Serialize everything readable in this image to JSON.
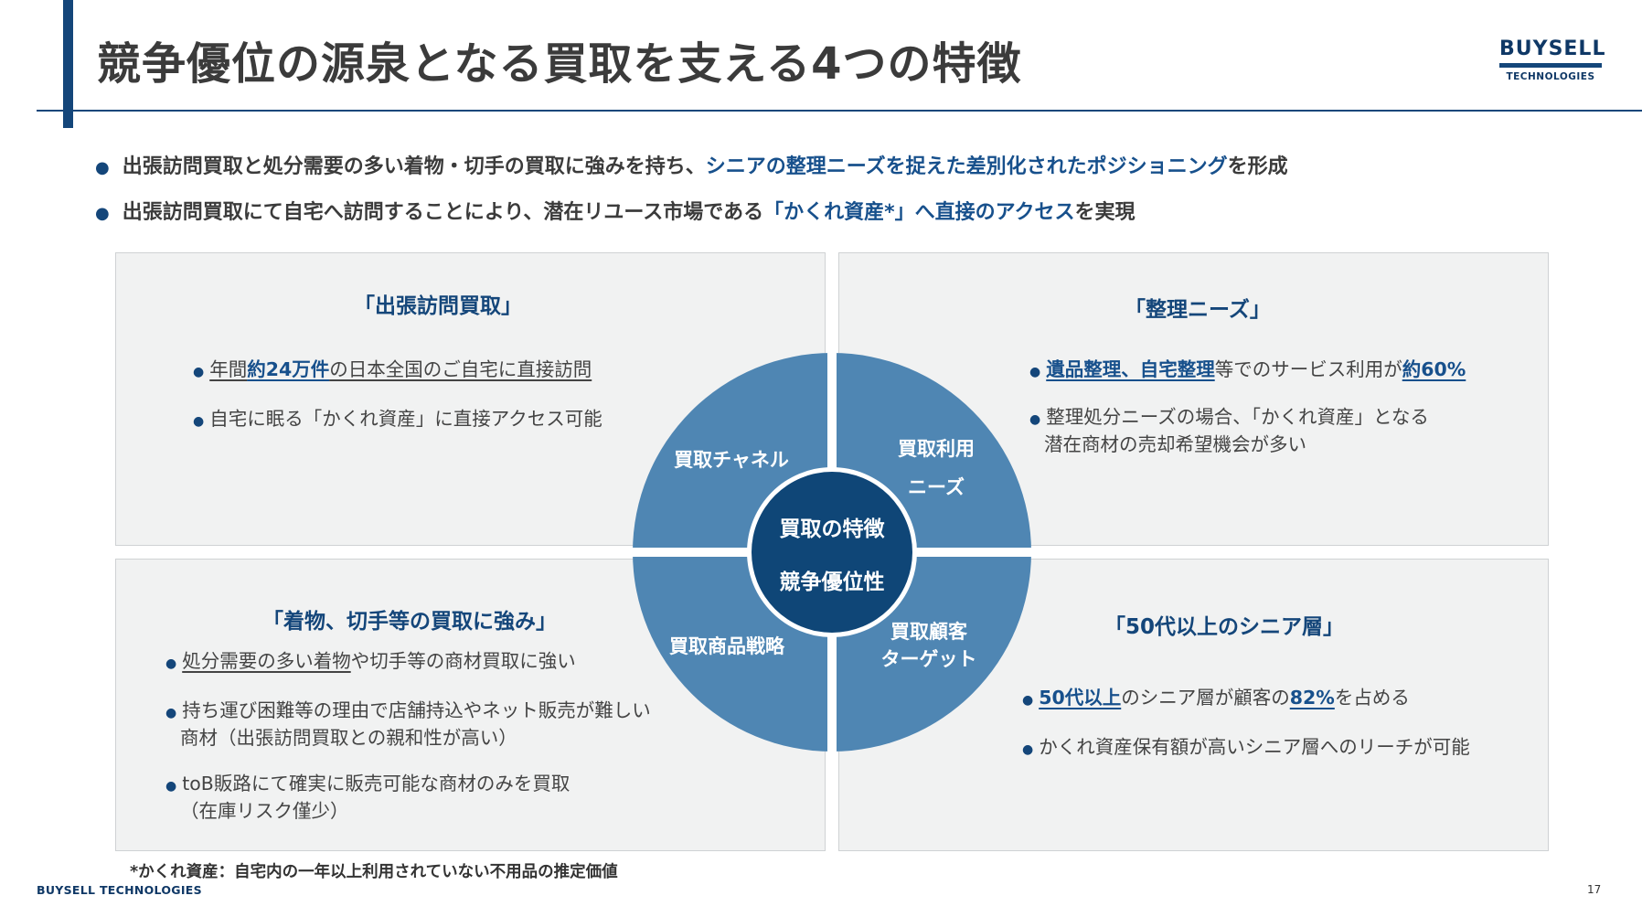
{
  "header": {
    "title": "競争優位の源泉となる買取を支える4つの特徴",
    "logo_main": "BUYSELL",
    "logo_sub": "TECHNOLOGIES"
  },
  "summary": [
    {
      "pre": "出張訪問買取と処分需要の多い着物・切手の買取に強みを持ち、",
      "hl": "シニアの整理ニーズを捉えた差別化されたポジショニング",
      "post": "を形成"
    },
    {
      "pre": "出張訪問買取にて自宅へ訪問することにより、潜在リユース市場である",
      "hl": "「かくれ資産*」へ直接のアクセス",
      "post": "を実現"
    }
  ],
  "panels": {
    "p1": {
      "heading": "「出張訪問買取」",
      "item1": {
        "pre": "年間",
        "em": "約24万件",
        "post": "の日本全国のご自宅に直接訪問"
      },
      "item2": "自宅に眠る「かくれ資産」に直接アクセス可能"
    },
    "p2": {
      "heading": "「整理ニーズ」",
      "item1": {
        "em1": "遺品整理、自宅整理",
        "mid": "等でのサービス利用が",
        "em2": "約60%"
      },
      "item2_line1": "整理処分ニーズの場合、「かくれ資産」となる",
      "item2_line2": "潜在商材の売却希望機会が多い"
    },
    "p3": {
      "heading": "「着物、切手等の買取に強み」",
      "item1": {
        "ul": "処分需要の多い着物",
        "post": "や切手等の商材買取に強い"
      },
      "item2_line1": "持ち運び困難等の理由で店舗持込やネット販売が難しい",
      "item2_line2": "商材（出張訪問買取との親和性が高い）",
      "item3_line1": "toB販路にて確実に販売可能な商材のみを買取",
      "item3_line2": "（在庫リスク僅少）"
    },
    "p4": {
      "heading": "「50代以上のシニア層」",
      "item1": {
        "em1": "50代以上",
        "mid": "のシニア層が顧客の",
        "em2": "82%",
        "post": "を占める"
      },
      "item2": "かくれ資産保有額が高いシニア層へのリーチが可能"
    }
  },
  "wheel": {
    "q1": "買取チャネル",
    "q2_line1": "買取利用",
    "q2_line2": "ニーズ",
    "q3": "買取商品戦略",
    "q4_line1": "買取顧客",
    "q4_line2": "ターゲット",
    "center_line1": "買取の特徴",
    "center_line2": "競争優位性",
    "colors": {
      "segment": "#4f86b3",
      "center": "#0f4677",
      "gap": "#ffffff"
    }
  },
  "footnote": "*かくれ資産：自宅内の一年以上利用されていない不用品の推定価値",
  "footer": {
    "company": "BUYSELL  TECHNOLOGIES",
    "page": "17"
  }
}
